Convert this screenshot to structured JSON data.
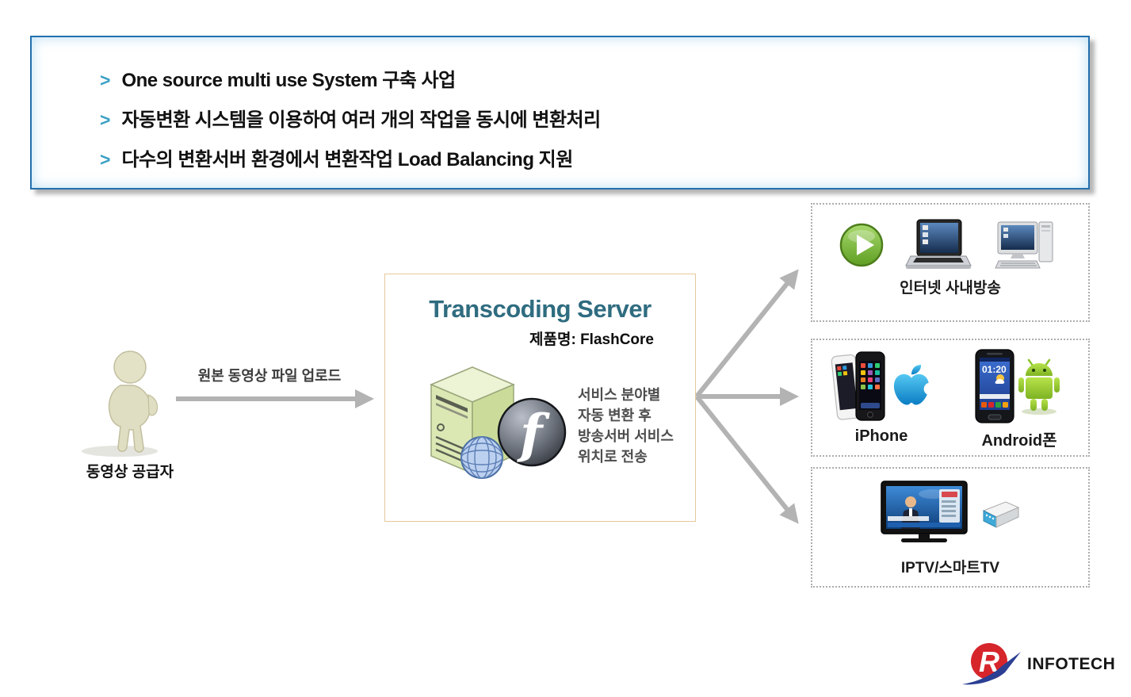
{
  "top_box": {
    "bullets": [
      {
        "marker": ">",
        "text": "One source multi use System 구축 사업"
      },
      {
        "marker": ">",
        "text": "자동변환 시스템을 이용하여 여러 개의 작업을 동시에 변환처리"
      },
      {
        "marker": ">",
        "text": "다수의 변환서버 환경에서 변환작업 Load Balancing 지원"
      }
    ]
  },
  "source": {
    "label": "동영상 공급자"
  },
  "upload_arrow": {
    "label": "원본 동영상 파일 업로드"
  },
  "server": {
    "title": "Transcoding Server",
    "product_label": "제품명: FlashCore",
    "flash_letter": "f",
    "description_lines": [
      "서비스 분야별",
      "자동 변환 후",
      "방송서버 서비스",
      "위치로 전송"
    ]
  },
  "targets": [
    {
      "label": "인터넷 사내방송",
      "icons": [
        "play-icon",
        "laptop-icon",
        "desktop-icon"
      ]
    },
    {
      "label_left": "iPhone",
      "label_right": "Android폰",
      "phone_clock": "01:20",
      "icons": [
        "iphone-icon",
        "apple-logo-icon",
        "galaxy-phone-icon",
        "android-robot-icon"
      ]
    },
    {
      "label": "IPTV/스마트TV",
      "icons": [
        "tv-icon",
        "settop-box-icon"
      ]
    }
  ],
  "logo": {
    "text": "INFOTECH"
  },
  "colors": {
    "top_box_border": "#2470AE",
    "bullet_marker": "#3BA0C4",
    "server_title": "#2F6C80",
    "server_box_border": "#E6C89C",
    "arrow_gray": "#B3B3B3",
    "dashed_box_border": "#ADADAD",
    "play_green": "#6CAE2C",
    "apple_blue": "#1F9CDD",
    "android_green": "#97CF2E",
    "logo_red": "#D6252B",
    "logo_blue": "#2B3F93"
  }
}
